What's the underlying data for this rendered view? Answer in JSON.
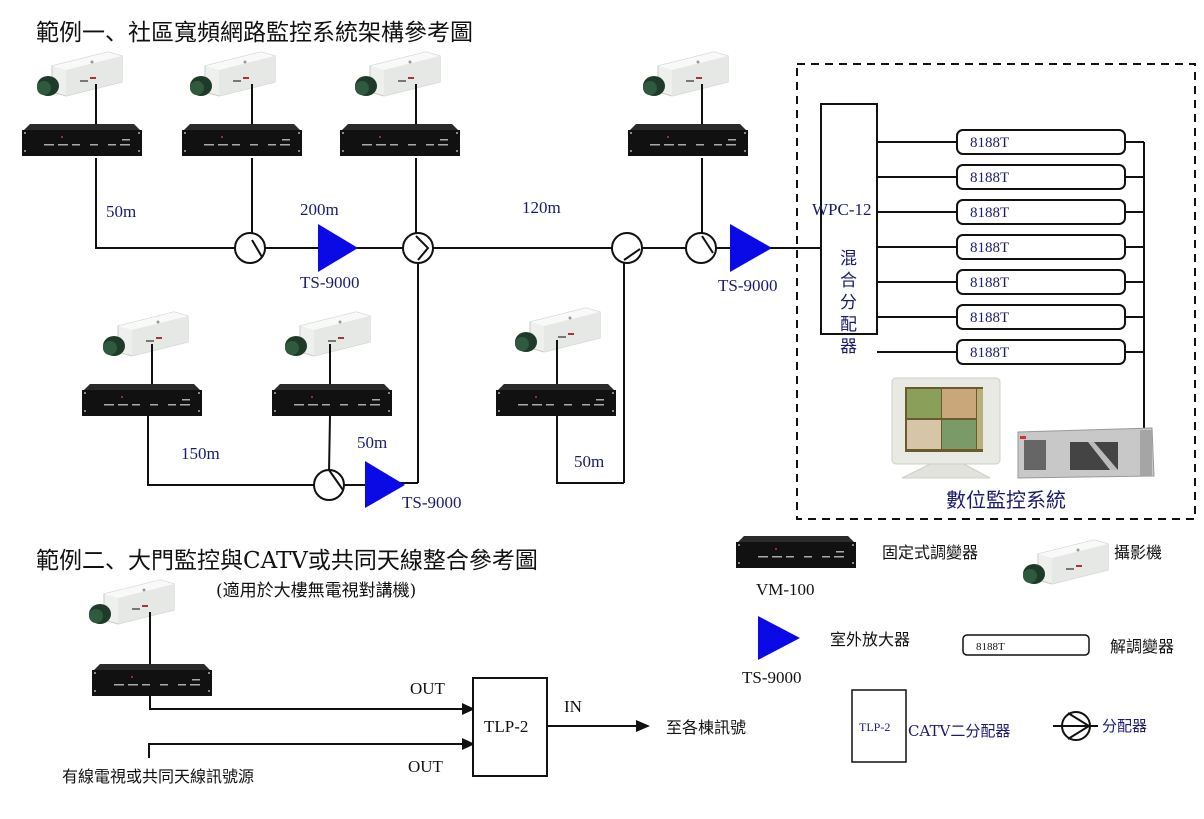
{
  "diagram": {
    "example1": {
      "title": "範例一、社區寬頻網路監控系統架構參考圖",
      "distances": {
        "d_50m_top": "50m",
        "d_200m": "200m",
        "d_120m": "120m",
        "d_150m": "150m",
        "d_50m_mid": "50m",
        "d_50m_right": "50m"
      },
      "amplifiers": [
        "TS-9000",
        "TS-9000",
        "TS-9000"
      ],
      "mixer": {
        "model": "WPC-12",
        "name_chars": [
          "混",
          "合",
          "分",
          "配",
          "器"
        ]
      },
      "demodulators": [
        "8188T",
        "8188T",
        "8188T",
        "8188T",
        "8188T",
        "8188T",
        "8188T"
      ],
      "dvr_system_label": "數位監控系統"
    },
    "example2": {
      "title": "範例二、大門監控與CATV或共同天線整合參考圖",
      "subtitle": "(適用於大樓無電視對講機)",
      "out_label_1": "OUT",
      "out_label_2": "OUT",
      "in_label": "IN",
      "combiner": "TLP-2",
      "destination": "至各棟訊號",
      "source": "有線電視或共同天線訊號源"
    },
    "legend": {
      "modulator_label": "固定式調變器",
      "modulator_model": "VM-100",
      "camera_label": "攝影機",
      "amplifier_label": "室外放大器",
      "amplifier_model": "TS-9000",
      "demodulator_box": "8188T",
      "demodulator_label": "解調變器",
      "combiner_box": "TLP-2",
      "combiner_label": "CATV二分配器",
      "splitter_label": "分配器"
    },
    "colors": {
      "amplifier": "#0a0ae6",
      "label_text": "#1a1a6e",
      "wire": "#111111"
    }
  }
}
